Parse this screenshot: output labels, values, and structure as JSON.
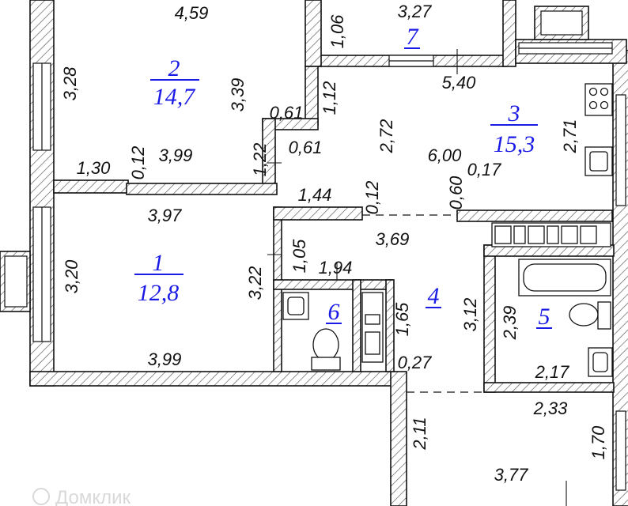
{
  "rooms": [
    {
      "number": "2",
      "area": "14,7"
    },
    {
      "number": "1",
      "area": "12,8"
    },
    {
      "number": "3",
      "area": "15,3"
    },
    {
      "number": "4",
      "area": ""
    },
    {
      "number": "5",
      "area": ""
    },
    {
      "number": "6",
      "area": ""
    },
    {
      "number": "7",
      "area": ""
    }
  ],
  "dimensions": {
    "d459": "4,59",
    "d106": "1,06",
    "d327": "3,27",
    "d328": "3,28",
    "d339": "3,39",
    "d061a": "0,61",
    "d112": "1,12",
    "d540": "5,40",
    "d272": "2,72",
    "d271": "2,71",
    "d130": "1,30",
    "d012a": "0,12",
    "d399a": "3,99",
    "d122": "1,22",
    "d061b": "0,61",
    "d600": "6,00",
    "d017": "0,17",
    "d060": "0,60",
    "d144": "1,44",
    "d012b": "0,12",
    "d397": "3,97",
    "d369": "3,69",
    "d320": "3,20",
    "d322": "3,22",
    "d105": "1,05",
    "d194": "1,94",
    "d165": "1,65",
    "d312": "3,12",
    "d239": "2,39",
    "d399b": "3,99",
    "d027": "0,27",
    "d217": "2,17",
    "d233": "2,33",
    "d211": "2,11",
    "d170": "1,70",
    "d377": "3,77"
  },
  "watermark": "Домклик",
  "colors": {
    "walls": "#111111",
    "hatch": "#555555",
    "room_labels": "#1a1ae6"
  }
}
